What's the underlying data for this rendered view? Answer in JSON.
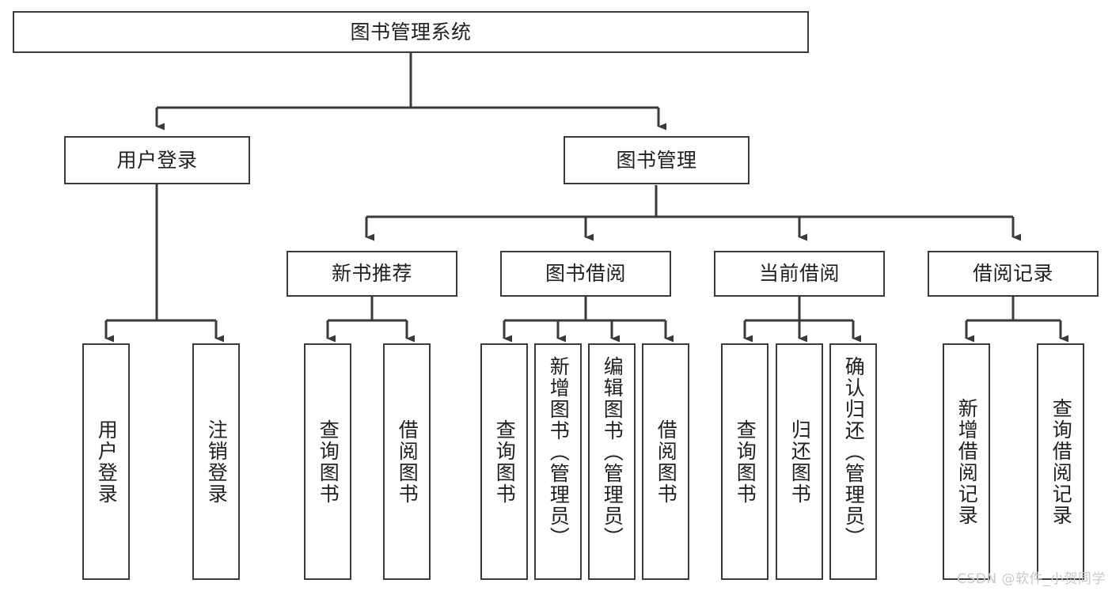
{
  "diagram": {
    "type": "tree",
    "title": "图书管理系统",
    "colors": {
      "node_border": "#3a3a3a",
      "node_fill": "#ffffff",
      "edge": "#3a3a3a",
      "text": "#1f1f1f",
      "watermark": "#c9c9c9",
      "background": "#ffffff"
    },
    "root": {
      "label": "图书管理系统"
    },
    "level2": [
      {
        "label": "用户登录"
      },
      {
        "label": "图书管理"
      }
    ],
    "level3": [
      {
        "label": "新书推荐"
      },
      {
        "label": "图书借阅"
      },
      {
        "label": "当前借阅"
      },
      {
        "label": "借阅记录"
      }
    ],
    "leaves": {
      "user_login": [
        {
          "label": "用户登录"
        },
        {
          "label": "注销登录"
        }
      ],
      "new_book_recommend": [
        {
          "label": "查询图书"
        },
        {
          "label": "借阅图书"
        }
      ],
      "book_borrow": [
        {
          "label": "查询图书"
        },
        {
          "label": "新增图书（管理员）"
        },
        {
          "label": "编辑图书（管理员）"
        },
        {
          "label": "借阅图书"
        }
      ],
      "current_borrow": [
        {
          "label": "查询图书"
        },
        {
          "label": "归还图书"
        },
        {
          "label": "确认归还（管理员）"
        }
      ],
      "borrow_record": [
        {
          "label": "新增借阅记录"
        },
        {
          "label": "查询借阅记录"
        }
      ]
    }
  },
  "watermark": {
    "text": "CSDN @软件_小贺同学"
  }
}
